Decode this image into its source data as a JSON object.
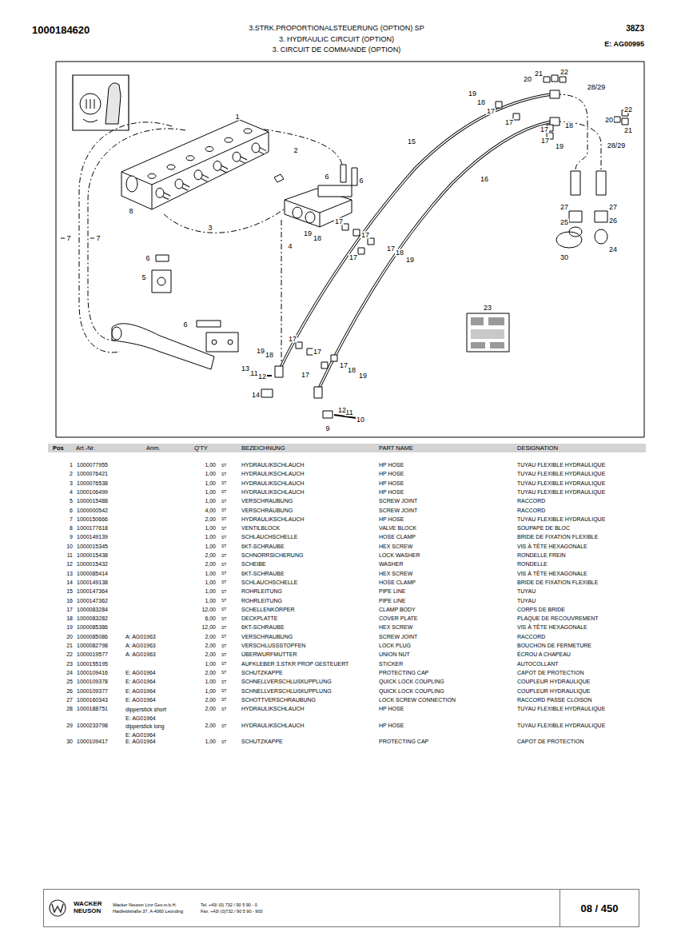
{
  "diagram": {
    "title": "3.STRK.PROPORTIONALSTEUERUNG (OPTION) SP",
    "nodes": [
      {
        "text": [
          "WACKER NEUSON",
          "Wacker Neuson Linz Ges.m.b.H.",
          "Haidfeldstraße 37, A-4060 Leonding",
          "Tel. +43/ (0) 732 / 90 5 90 - 0",
          "Fax. +43/ (0)732 / 90 5 90 - 900"
        ]
      },
      {
        "text": [
          "08 / 450"
        ],
        "in": 0
      }
    ],
    "labels": [
      "1000184620",
      "3. HYDRAULIC CIRCUIT (OPTION)",
      "3. CIRCUIT DE COMMANDE (OPTION)",
      "38Z3",
      "E: AG00995",
      "1",
      "2",
      "3",
      "4",
      "5",
      "6",
      "6",
      "6",
      "6",
      "7",
      "7",
      "8",
      "9",
      "10",
      "11",
      "11",
      "12",
      "12",
      "13",
      "14",
      "15",
      "16",
      "17",
      "17",
      "17",
      "17",
      "17",
      "17",
      "17",
      "17",
      "17",
      "17",
      "17",
      "17",
      "18",
      "18",
      "18",
      "18",
      "18",
      "18",
      "19",
      "19",
      "19",
      "19",
      "19",
      "19",
      "20",
      "20",
      "21",
      "21",
      "22",
      "22",
      "23",
      "24",
      "25",
      "26",
      "27",
      "27",
      "28/29",
      "28/29",
      "30",
      "Pos",
      "Art.-Nr.",
      "Anm.",
      "Q'TY",
      "BEZEICHNUNG",
      "PART NAME",
      "DESIGNATION",
      "1",
      "1000077955",
      "1,00",
      "ST",
      "HYDRAULIKSCHLAUCH",
      "HP HOSE",
      "TUYAU FLEXIBLE HYDRAULIQUE",
      "2",
      "1000076421",
      "1,00",
      "ST",
      "HYDRAULIKSCHLAUCH",
      "HP HOSE",
      "TUYAU FLEXIBLE HYDRAULIQUE",
      "3",
      "1000076538",
      "1,00",
      "ST",
      "HYDRAULIKSCHLAUCH",
      "HP HOSE",
      "TUYAU FLEXIBLE HYDRAULIQUE",
      "4",
      "1000106499",
      "1,00",
      "ST",
      "HYDRAULIKSCHLAUCH",
      "HP HOSE",
      "TUYAU FLEXIBLE HYDRAULIQUE",
      "5",
      "1000015488",
      "1,00",
      "ST",
      "VERSCHRAUBUNG",
      "SCREW JOINT",
      "RACCORD",
      "6",
      "1000000542",
      "4,00",
      "ST",
      "VERSCHRAUBUNG",
      "SCREW JOINT",
      "RACCORD",
      "7",
      "1000150666",
      "2,00",
      "ST",
      "HYDRAULIKSCHLAUCH",
      "HP HOSE",
      "TUYAU FLEXIBLE HYDRAULIQUE",
      "8",
      "1000177618",
      "1,00",
      "ST",
      "VENTILBLOCK",
      "VALVE BLOCK",
      "SOUPAPE DE BLOC",
      "9",
      "1000149139",
      "1,00",
      "ST",
      "SCHLAUCHSCHELLE",
      "HOSE CLAMP",
      "BRIDE DE FIXATION FLEXIBLE",
      "10",
      "1000015345",
      "1,00",
      "ST",
      "6KT-SCHRAUBE",
      "HEX SCREW",
      "VIS À TÊTE HEXAGONALE",
      "11",
      "1000015438",
      "2,00",
      "ST",
      "SCHNORRSICHERUNG",
      "LOCK WASHER",
      "RONDELLE FREIN",
      "12",
      "1000015432",
      "2,00",
      "ST",
      "SCHEIBE",
      "WASHER",
      "RONDELLE",
      "13",
      "1000085414",
      "1,00",
      "ST",
      "6KT-SCHRAUBE",
      "HEX SCREW",
      "VIS À TÊTE HEXAGONALE",
      "14",
      "1000149138",
      "1,00",
      "ST",
      "SCHLAUCHSCHELLE",
      "HOSE CLAMP",
      "BRIDE DE FIXATION FLEXIBLE",
      "15",
      "1000147364",
      "1,00",
      "ST",
      "ROHRLEITUNG",
      "PIPE LINE",
      "TUYAU",
      "16",
      "1000147362",
      "1,00",
      "ST",
      "ROHRLEITUNG",
      "PIPE LINE",
      "TUYAU",
      "17",
      "1000083284",
      "12,00",
      "ST",
      "SCHELLENKÖRPER",
      "CLAMP BODY",
      "CORPS DE BRIDE",
      "18",
      "1000083282",
      "6,00",
      "ST",
      "DECKPLATTE",
      "COVER PLATE",
      "PLAQUE DE RECOUVREMENT",
      "19",
      "1000085386",
      "12,00",
      "ST",
      "6KT-SCHRAUBE",
      "HEX SCREW",
      "VIS À TÊTE HEXAGONALE",
      "20",
      "1000085086",
      "A: AG01963",
      "2,00",
      "ST",
      "VERSCHRAUBUNG",
      "SCREW JOINT",
      "RACCORD",
      "21",
      "1000082798",
      "A: AG01963",
      "2,00",
      "ST",
      "VERSCHLUSSSTOPFEN",
      "LOCK PLUG",
      "BOUCHON DE FERMETURE",
      "22",
      "1000019577",
      "A: AG01963",
      "2,00",
      "ST",
      "ÜBERWURFMUTTER",
      "UNION NUT",
      "ÉCROU A CHAPEAU",
      "23",
      "1000155195",
      "1,00",
      "ST",
      "AUFKLEBER 3.STKR PROP GESTEUERT",
      "STICKER",
      "AUTOCOLLANT",
      "24",
      "1000109416",
      "E: AG01964",
      "2,00",
      "ST",
      "SCHUTZKAPPE",
      "PROTECTING CAP",
      "CAPOT DE PROTECTION",
      "25",
      "1000109378",
      "E: AG01964",
      "1,00",
      "ST",
      "SCHNELLVERSCHLUßKUPPLUNG",
      "QUICK LOCK  COUPLING",
      "COUPLEUR HYDRAULIQUE",
      "26",
      "1000109377",
      "E: AG01964",
      "1,00",
      "ST",
      "SCHNELLVERSCHLUßKUPPLUNG",
      "QUICK LOCK  COUPLING",
      "COUPLEUR HYDRAULIQUE",
      "27",
      "1000160343",
      "E: AG01964",
      "2,00",
      "ST",
      "SCHOTTVERSCHRAUBUNG",
      "LOCK SCREW CONNECTION",
      "RACCORD PASSE CLOISON",
      "28",
      "1000188751",
      "dipperstick short E: AG01964",
      "2,00",
      "ST",
      "HYDRAULIKSCHLAUCH",
      "HP HOSE",
      "TUYAU FLEXIBLE HYDRAULIQUE",
      "29",
      "1000233798",
      "dipperstick long E: AG01964",
      "2,00",
      "ST",
      "HYDRAULIKSCHLAUCH",
      "HP HOSE",
      "TUYAU FLEXIBLE HYDRAULIQUE",
      "30",
      "1000109417",
      "E: AG01964",
      "1,00",
      "ST",
      "SCHUTZKAPPE",
      "PROTECTING CAP",
      "CAPOT DE PROTECTION"
    ]
  }
}
